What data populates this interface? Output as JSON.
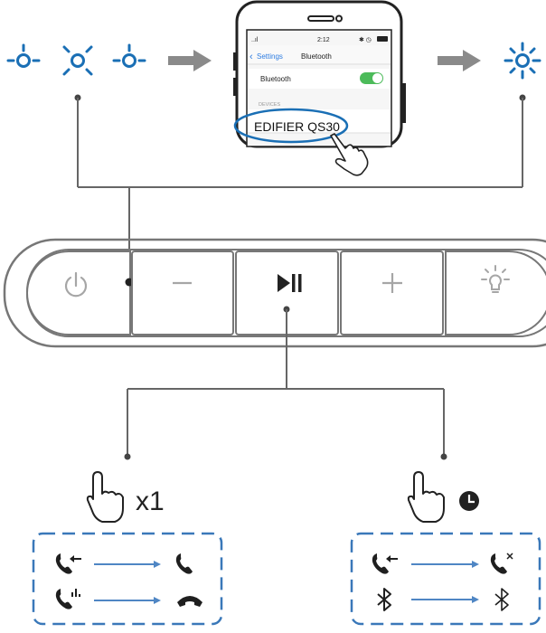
{
  "colors": {
    "led_blue": "#1a6fb5",
    "arrow_gray": "#8a8a8a",
    "line_gray": "#666666",
    "toggle_green": "#4cbb5a",
    "ios_blue": "#2f7de1",
    "dash_blue": "#3a78b9",
    "flow_arrow_blue": "#4f86c4",
    "icon_dark": "#1f1f1f",
    "button_gray": "#a6a6a6"
  },
  "pairing_sequence": {
    "leds": [
      "led-on-icon",
      "led-off-icon",
      "led-on-icon"
    ],
    "final_led": "led-on-bright-icon"
  },
  "phone": {
    "status": {
      "signal": "..ıl",
      "time": "2:12",
      "right_icons": "✱ ◷"
    },
    "nav": {
      "back_label": "Settings",
      "title": "Bluetooth"
    },
    "bluetooth_row": {
      "label": "Bluetooth",
      "toggle_on": true
    },
    "devices_header": "DEVICES",
    "device_name": "EDIFIER QS30"
  },
  "control_bar": {
    "buttons": [
      {
        "name": "power-icon"
      },
      {
        "name": "volume-down-icon",
        "glyph": "—"
      },
      {
        "name": "play-pause-icon",
        "glyph": "▶‖"
      },
      {
        "name": "volume-up-icon",
        "glyph": "+"
      },
      {
        "name": "light-icon"
      }
    ]
  },
  "gestures": {
    "press": {
      "label": "x1"
    },
    "hold": {
      "label": ""
    }
  },
  "call_actions": {
    "press": [
      {
        "from": "incoming-call-icon",
        "to": "answer-call-icon"
      },
      {
        "from": "active-call-icon",
        "to": "hang-up-icon"
      }
    ],
    "hold": [
      {
        "from": "incoming-call-icon",
        "to": "reject-call-icon"
      },
      {
        "from": "bluetooth-icon",
        "to": "bluetooth-off-icon"
      }
    ]
  }
}
